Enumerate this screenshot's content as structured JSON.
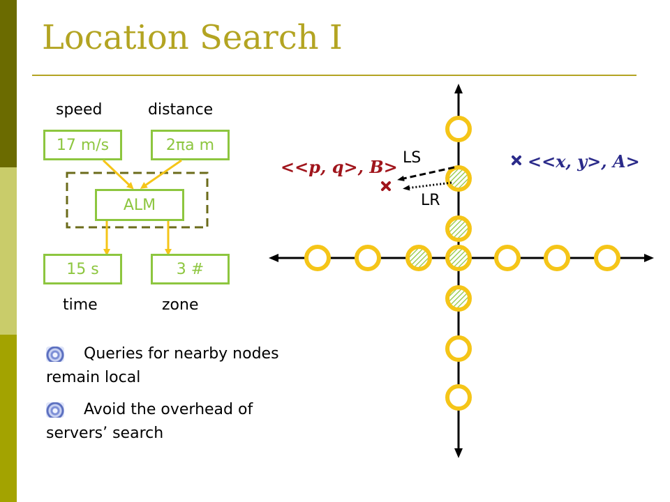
{
  "title": "Location Search I",
  "colors": {
    "accent": "#b3a422",
    "box_border": "#8dc63f",
    "arrow": "#f5c518",
    "node_ring": "#f5c518",
    "pq_label": "#a0151c",
    "xy_label": "#2b2b8a"
  },
  "left_panel": {
    "speed_label": "speed",
    "distance_label": "distance",
    "speed_value": "17 m/s",
    "distance_value": "2πa m",
    "center_box": "ALM",
    "time_value": "15 s",
    "zone_value": "3 #",
    "time_label": "time",
    "zone_label": "zone"
  },
  "bullets": [
    {
      "line1": "Queries for nearby nodes",
      "line2": "remain local"
    },
    {
      "line1": "Avoid the overhead of",
      "line2": "servers’ search"
    }
  ],
  "diagram": {
    "ls_label": "LS",
    "lr_label": "LR",
    "pq_tuple": "<<p, q>, B>",
    "xy_tuple": "<<x, y>, A>",
    "horizontal_nodes": [
      {
        "hatched": false
      },
      {
        "hatched": false
      },
      {
        "hatched": true
      },
      {
        "hatched": true
      },
      {
        "hatched": false
      },
      {
        "hatched": false
      },
      {
        "hatched": false
      }
    ],
    "vertical_nodes": [
      {
        "hatched": false
      },
      {
        "hatched": true
      },
      {
        "hatched": true
      },
      {
        "hatched": true
      },
      {
        "hatched": false
      },
      {
        "hatched": false
      }
    ]
  }
}
